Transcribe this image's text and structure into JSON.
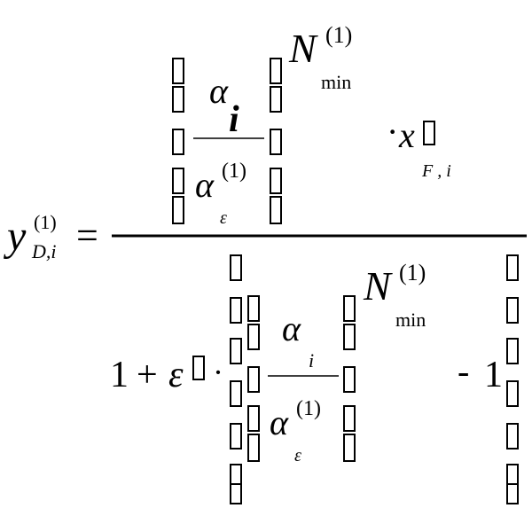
{
  "formula": {
    "lhs": {
      "base": "y",
      "superscript": "(1)",
      "subscript": "D,i"
    },
    "equals": "=",
    "numerator": {
      "frac_num_greek": "α",
      "frac_num_sub": "i",
      "frac_den_greek": "α",
      "frac_den_sup": "(1)",
      "frac_den_sub": "ε",
      "power_base": "N",
      "power_sup": "(1)",
      "power_sub": "min",
      "times": "·",
      "x": "x",
      "x_sub": "F , i"
    },
    "denominator": {
      "one": "1",
      "plus": "+",
      "epsilon": "ε",
      "times": "·",
      "frac_num_greek": "α",
      "frac_num_sub": "i",
      "frac_den_greek": "α",
      "frac_den_sup": "(1)",
      "frac_den_sub": "ε",
      "power_base": "N",
      "power_sup": "(1)",
      "power_sub": "min",
      "minus": "-",
      "minus_one": "1"
    }
  }
}
